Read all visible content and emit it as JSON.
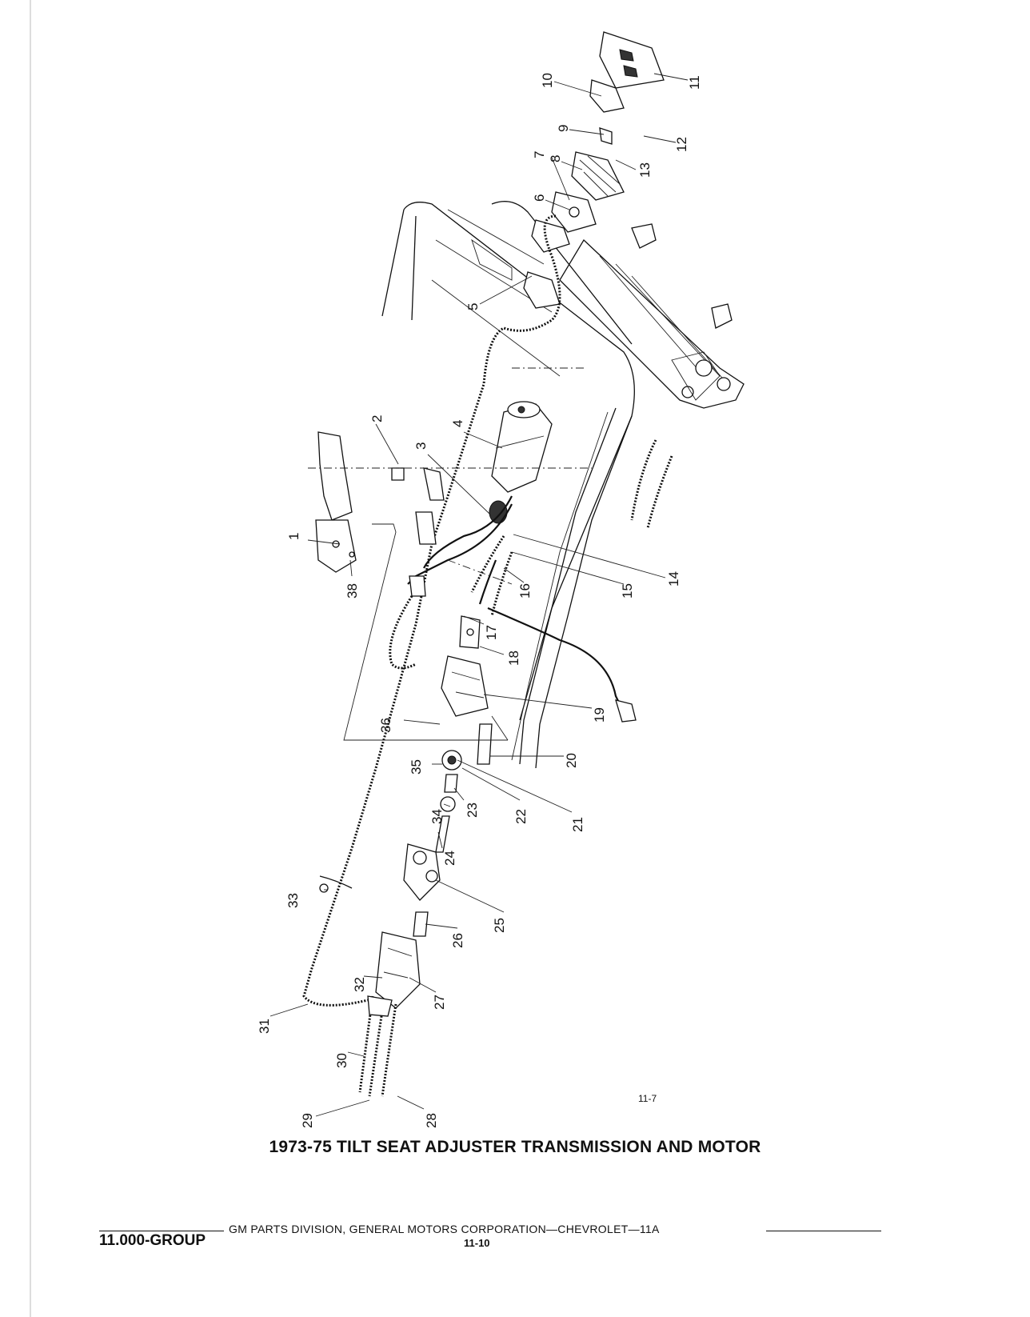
{
  "diagram": {
    "figure_number": "11-7",
    "callouts": [
      "1",
      "2",
      "3",
      "4",
      "5",
      "6",
      "7",
      "8",
      "9",
      "10",
      "11",
      "12",
      "13",
      "14",
      "15",
      "16",
      "17",
      "18",
      "19",
      "20",
      "21",
      "22",
      "23",
      "24",
      "25",
      "26",
      "27",
      "28",
      "29",
      "30",
      "31",
      "32",
      "33",
      "34",
      "35",
      "36",
      "38"
    ]
  },
  "caption": "1973-75 TILT SEAT ADJUSTER TRANSMISSION AND MOTOR",
  "footer": {
    "publisher": "GM PARTS DIVISION, GENERAL MOTORS CORPORATION—CHEVROLET—11A",
    "group": "11.000-GROUP",
    "page": "11-10"
  }
}
